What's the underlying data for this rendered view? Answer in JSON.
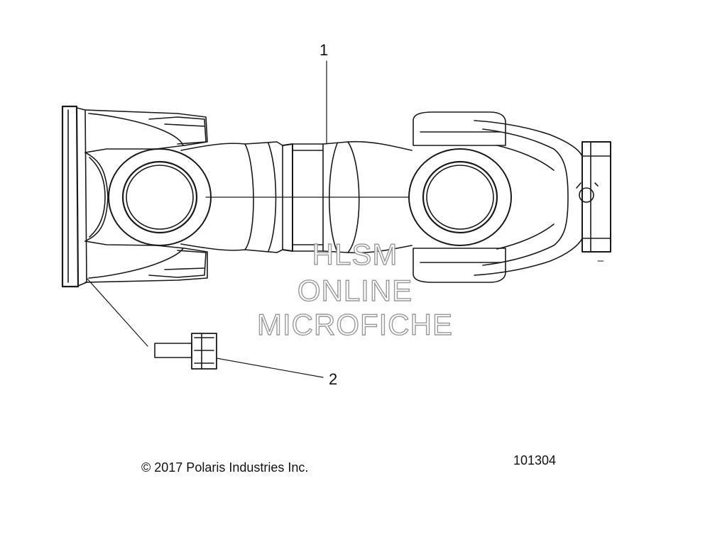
{
  "callouts": [
    {
      "number": "1"
    },
    {
      "number": "2"
    }
  ],
  "watermark": {
    "line1": "HLSM",
    "line2": "ONLINE",
    "line3": "MICROFICHE",
    "color": "#9a9a9a"
  },
  "footer": {
    "copyright": "© 2017 Polaris Industries Inc.",
    "figure_number": "101304"
  },
  "colors": {
    "line": "#1a1a1a",
    "background": "#ffffff"
  }
}
